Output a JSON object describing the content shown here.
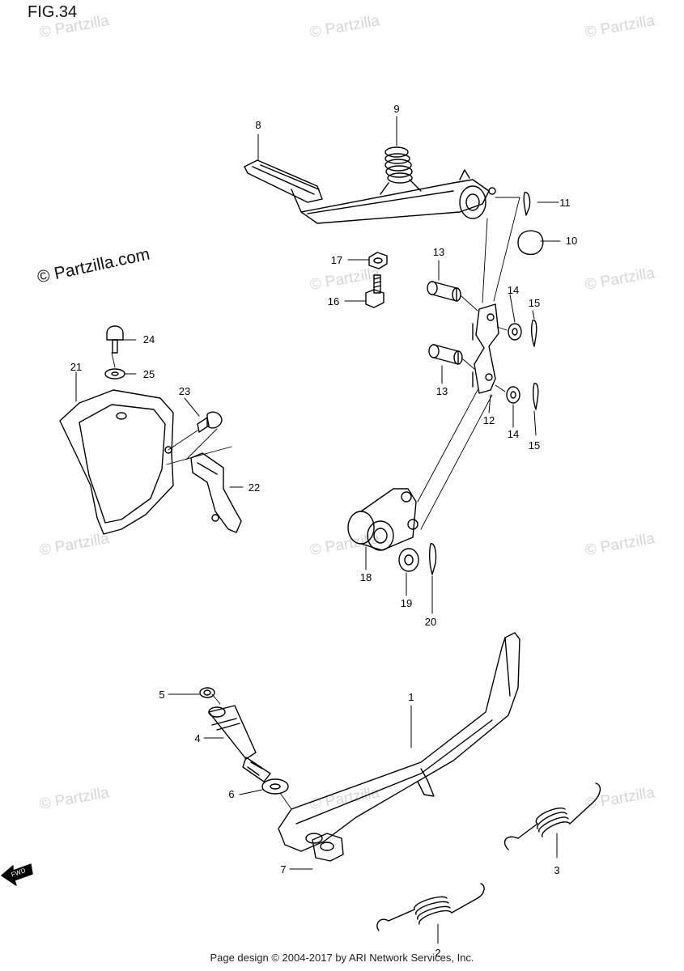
{
  "figure": {
    "title": "FIG.34"
  },
  "brand": {
    "logo_text": "© Partzilla.com",
    "watermark_text": "© Partzilla"
  },
  "footer": {
    "text": "Page design © 2004-2017 by ARI Network Services, Inc."
  },
  "fwd_label": "FWD",
  "callouts": [
    "1",
    "2",
    "3",
    "4",
    "5",
    "6",
    "7",
    "8",
    "9",
    "10",
    "11",
    "12",
    "13",
    "13",
    "14",
    "14",
    "15",
    "15",
    "16",
    "17",
    "18",
    "19",
    "20",
    "21",
    "22",
    "23",
    "24",
    "25"
  ]
}
